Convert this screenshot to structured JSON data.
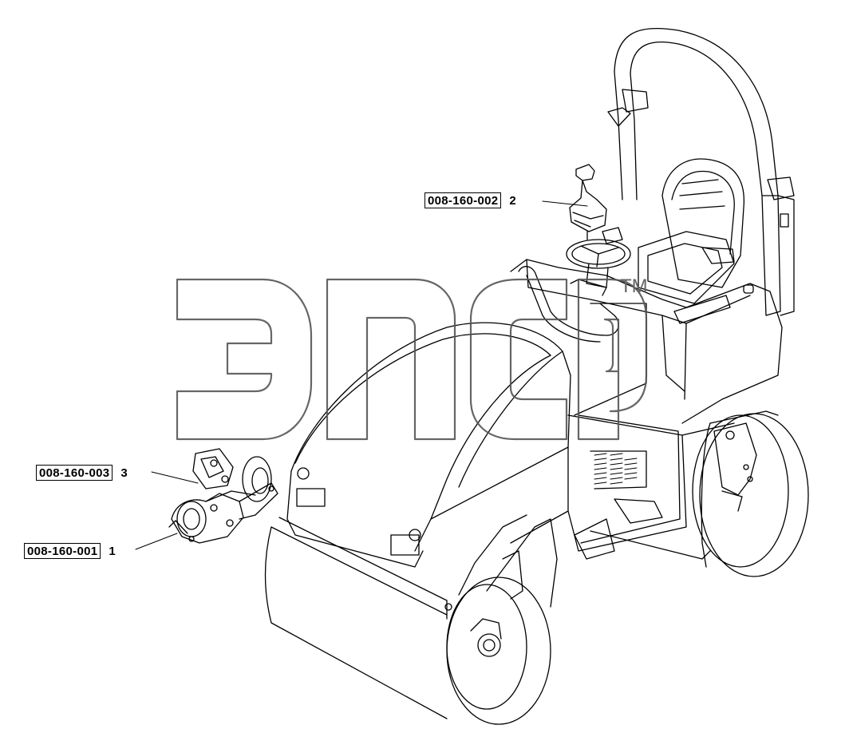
{
  "callouts": [
    {
      "code": "008-160-001",
      "number": "1"
    },
    {
      "code": "008-160-002",
      "number": "2"
    },
    {
      "code": "008-160-003",
      "number": "3"
    }
  ],
  "watermark": {
    "text": "ЭПСР",
    "tm": "TM"
  },
  "colors": {
    "line": "#000000",
    "watermark": "#555555",
    "background": "#ffffff"
  }
}
